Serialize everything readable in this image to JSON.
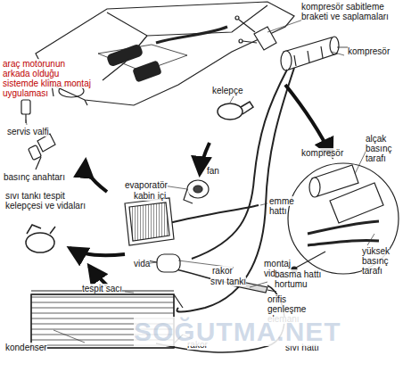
{
  "diagram": {
    "labels": [
      "araç motorunun arkada olduğu sistemde klima montaj uygulaması",
      "kompresör sabitleme braketi ve saplamaları",
      "kompresör",
      "kelepçe",
      "servis valfi",
      "basınç anahtarı",
      "sıvı tankı tespit kelepçesi ve vidaları",
      "fan",
      "evaporatör",
      "kabin içi",
      "emme hattı",
      "kompresör",
      "alçak basınç tarafı",
      "yüksek basınç tarafı",
      "montaj vidası",
      "basma hattı hortumu",
      "vida",
      "rakor",
      "sıvı tankı",
      "orifis genleşme elemanı",
      "tespit sacı",
      "rakor",
      "kondenser",
      "sıvı hattı",
      "SOĞUTMA.NET"
    ]
  }
}
